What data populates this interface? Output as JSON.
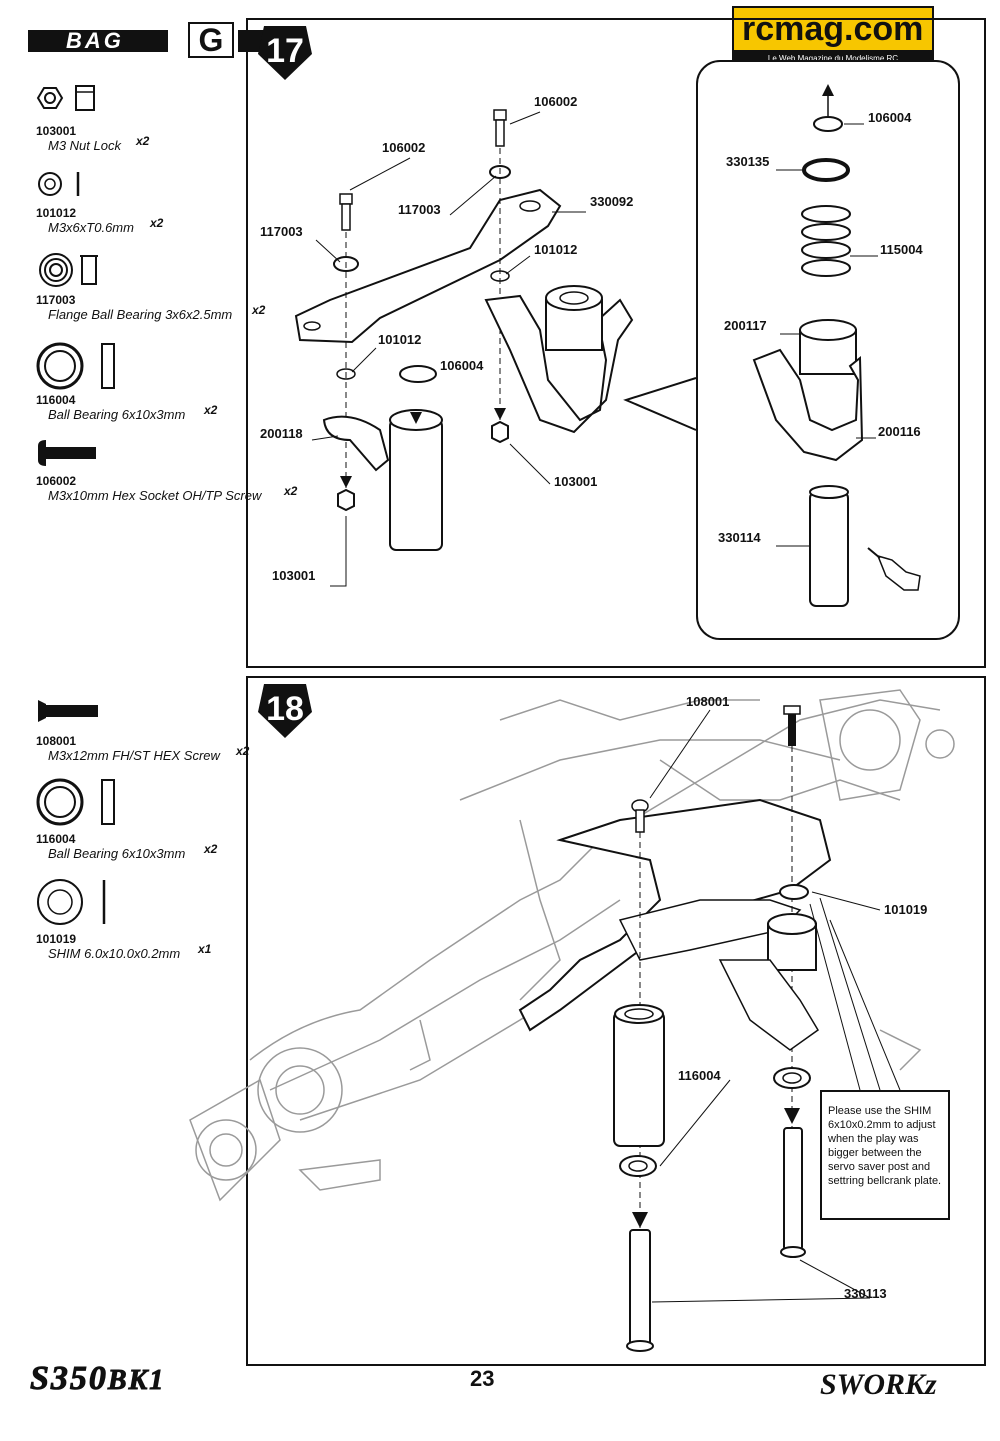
{
  "header": {
    "bag_label": "BAG",
    "bag_letter": "G",
    "logo_name": "rcmag.com",
    "logo_tagline": "Le Web Magazine du Modelisme RC"
  },
  "step17": {
    "number": "17",
    "parts": [
      {
        "code": "103001",
        "desc": "M3 Nut Lock",
        "qty": "x2"
      },
      {
        "code": "101012",
        "desc": "M3x6xT0.6mm",
        "qty": "x2"
      },
      {
        "code": "117003",
        "desc": "Flange Ball Bearing 3x6x2.5mm",
        "qty": "x2"
      },
      {
        "code": "116004",
        "desc": "Ball Bearing 6x10x3mm",
        "qty": "x2"
      },
      {
        "code": "106002",
        "desc": "M3x10mm Hex Socket OH/TP Screw",
        "qty": "x2"
      }
    ],
    "callouts": {
      "c106002a": "106002",
      "c106002b": "106002",
      "c117003a": "117003",
      "c117003b": "117003",
      "c330092": "330092",
      "c101012a": "101012",
      "c101012b": "101012",
      "c106004": "106004",
      "c200118": "200118",
      "c103001a": "103001",
      "c103001b": "103001",
      "z106004": "106004",
      "z330135": "330135",
      "z115004": "115004",
      "z200117": "200117",
      "z200116": "200116",
      "z330114": "330114"
    }
  },
  "step18": {
    "number": "18",
    "parts": [
      {
        "code": "108001",
        "desc": "M3x12mm FH/ST HEX Screw",
        "qty": "x2"
      },
      {
        "code": "116004",
        "desc": "Ball Bearing 6x10x3mm",
        "qty": "x2"
      },
      {
        "code": "101019",
        "desc": "SHIM 6.0x10.0x0.2mm",
        "qty": "x1"
      }
    ],
    "callouts": {
      "c108001": "108001",
      "c101019": "101019",
      "c116004": "116004",
      "c330113": "330113"
    },
    "note": "Please use the SHIM 6x10x0.2mm to adjust when the play was bigger between the servo saver post and settring bellcrank plate."
  },
  "footer": {
    "page_number": "23",
    "model_name": "S350",
    "model_suffix": "BK1",
    "brand": "SWORKz"
  }
}
